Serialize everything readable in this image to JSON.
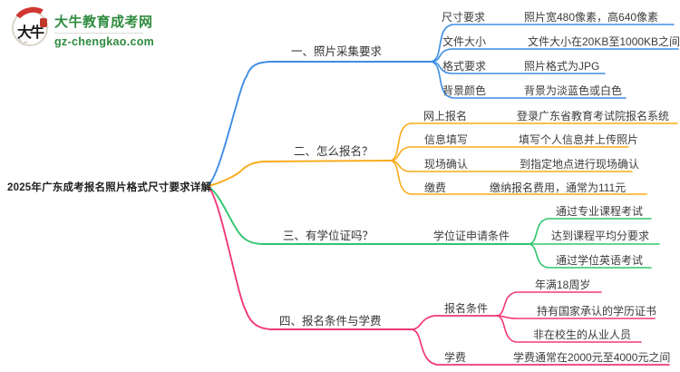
{
  "logo": {
    "icon_text": "大牛",
    "title": "大牛教育成考网",
    "url": "gz-chengkao.com",
    "brand_color": "#2e8b3e",
    "seal_color": "#cf3730"
  },
  "root": {
    "title": "2025年广东成考报名照片格式尺寸要求详解"
  },
  "branches": [
    {
      "label": "一、照片采集要求",
      "color": "#3d8de5",
      "children": [
        {
          "label": "尺寸要求",
          "value": "照片宽480像素，高640像素"
        },
        {
          "label": "文件大小",
          "value": "文件大小在20KB至1000KB之间"
        },
        {
          "label": "格式要求",
          "value": "照片格式为JPG"
        },
        {
          "label": "背景颜色",
          "value": "背景为淡蓝色或白色"
        }
      ]
    },
    {
      "label": "二、怎么报名？",
      "color": "#fbab19",
      "children": [
        {
          "label": "网上报名",
          "value": "登录广东省教育考试院报名系统"
        },
        {
          "label": "信息填写",
          "value": "填写个人信息并上传照片"
        },
        {
          "label": "现场确认",
          "value": "到指定地点进行现场确认"
        },
        {
          "label": "缴费",
          "value": "缴纳报名费用，通常为111元"
        }
      ]
    },
    {
      "label": "三、有学位证吗？",
      "color": "#2fc56f",
      "children": [
        {
          "label": "学位证申请条件",
          "values": [
            "通过专业课程考试",
            "达到课程平均分要求",
            "通过学位英语考试"
          ]
        }
      ]
    },
    {
      "label": "四、报名条件与学费",
      "color": "#f2387a",
      "children": [
        {
          "label": "报名条件",
          "values": [
            "年满18周岁",
            "持有国家承认的学历证书",
            "非在校生的从业人员"
          ]
        },
        {
          "label": "学费",
          "value": "学费通常在2000元至4000元之间"
        }
      ]
    }
  ]
}
